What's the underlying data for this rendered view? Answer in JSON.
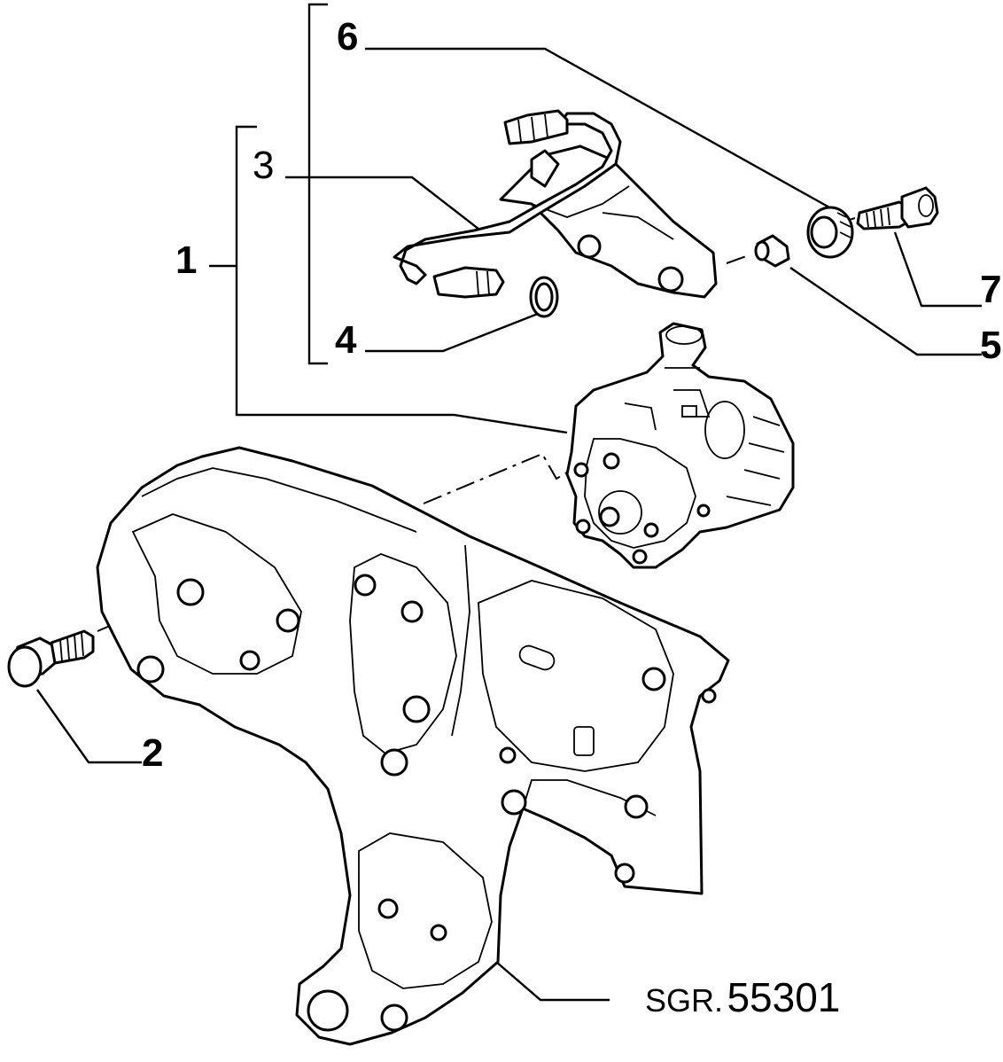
{
  "callouts": [
    {
      "id": "1",
      "text": "1"
    },
    {
      "id": "2",
      "text": "2"
    },
    {
      "id": "3",
      "text": "3"
    },
    {
      "id": "4",
      "text": "4"
    },
    {
      "id": "5",
      "text": "5"
    },
    {
      "id": "6",
      "text": "6"
    },
    {
      "id": "7",
      "text": "7"
    }
  ],
  "reference": {
    "prefix": "SGR.",
    "number": "55301"
  }
}
